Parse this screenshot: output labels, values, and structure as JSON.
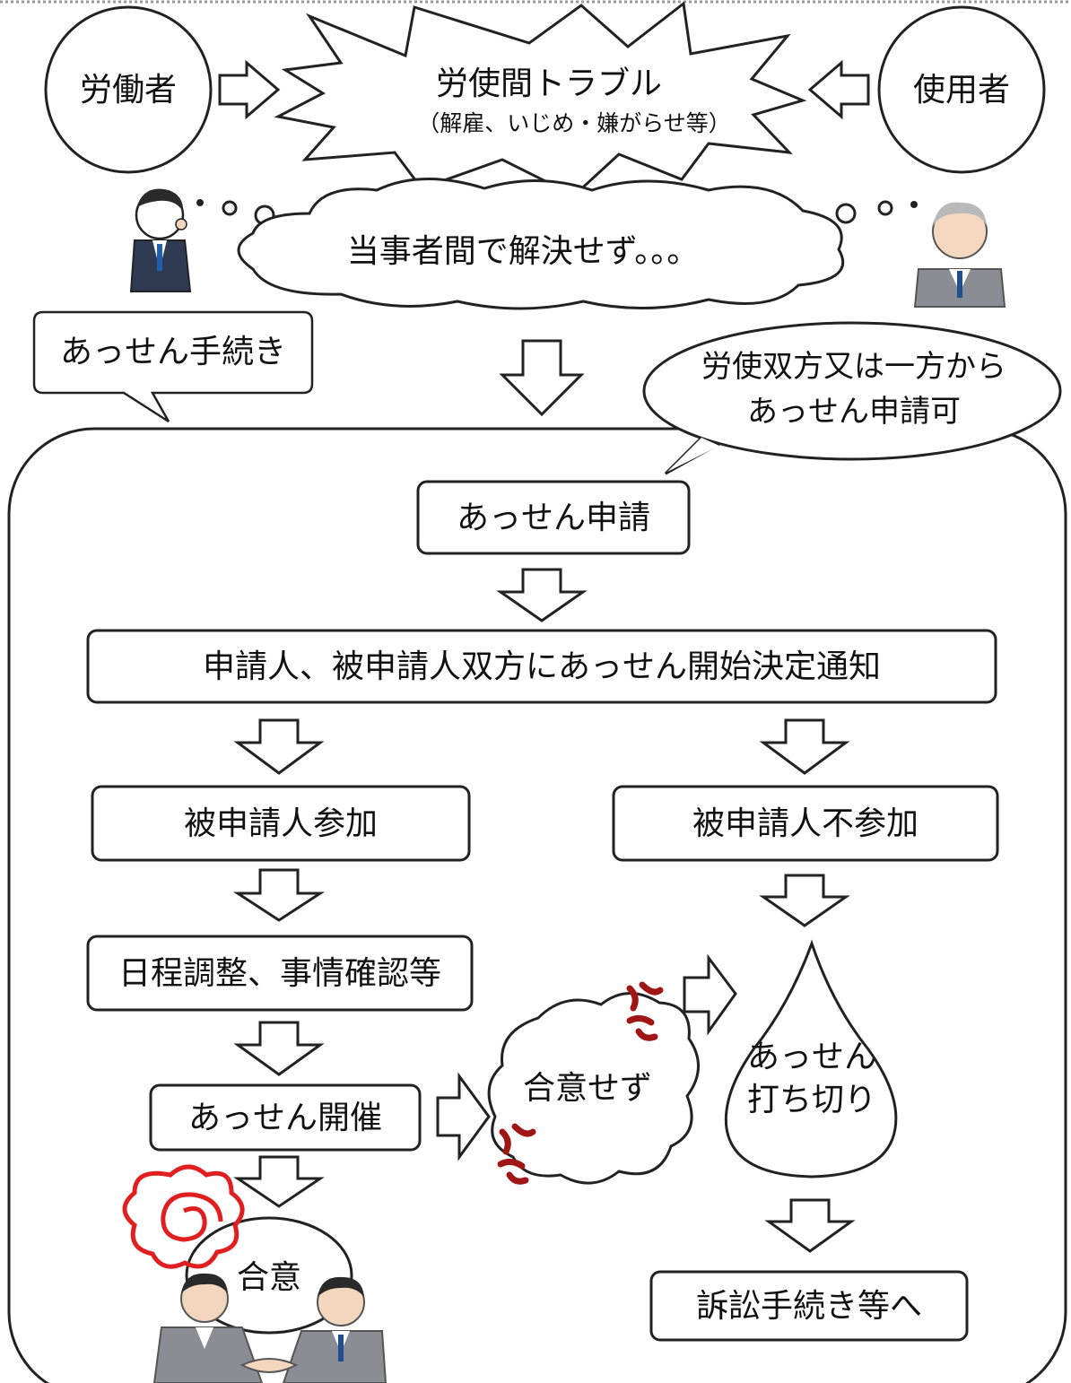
{
  "parties": {
    "worker": "労働者",
    "employer": "使用者"
  },
  "dispute": {
    "title": "労使間トラブル",
    "subtitle": "（解雇、いじめ・嫌がらせ等）"
  },
  "thought": "当事者間で解決せず。。。",
  "callout_procedure": "あっせん手続き",
  "callout_application": {
    "line1": "労使双方又は一方から",
    "line2": "あっせん申請可"
  },
  "steps": {
    "application": "あっせん申請",
    "notice": "申請人、被申請人双方にあっせん開始決定通知",
    "participate": "被申請人参加",
    "not_participate": "被申請人不参加",
    "schedule": "日程調整、事情確認等",
    "hearing": "あっせん開催",
    "no_agreement": "合意せず",
    "terminate_line1": "あっせん",
    "terminate_line2": "打ち切り",
    "litigation": "訴訟手続き等へ",
    "agreement": "合意"
  },
  "colors": {
    "accent_red": "#e02020",
    "anger_red": "#a01515",
    "suit_gray": "#8a8d94"
  }
}
